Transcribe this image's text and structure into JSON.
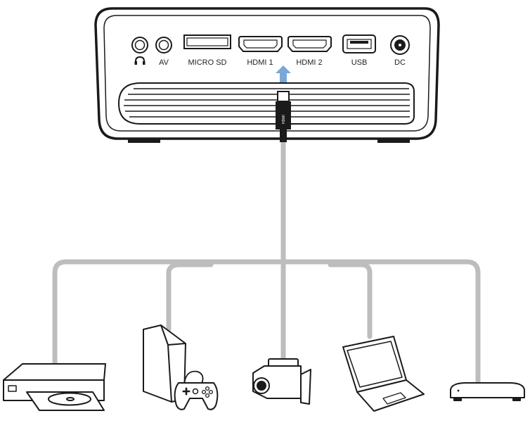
{
  "colors": {
    "outline": "#1a1a1a",
    "cable": "#bdbdbd",
    "arrow": "#7aa7d8",
    "background": "#ffffff"
  },
  "projector": {
    "ports": [
      {
        "id": "headphone",
        "label": "",
        "icon": "headphones-icon"
      },
      {
        "id": "av",
        "label": "AV"
      },
      {
        "id": "micro-sd",
        "label": "MICRO SD"
      },
      {
        "id": "hdmi1",
        "label": "HDMI 1"
      },
      {
        "id": "hdmi2",
        "label": "HDMI 2"
      },
      {
        "id": "usb",
        "label": "USB"
      },
      {
        "id": "dc",
        "label": "DC"
      }
    ],
    "connected_port": "hdmi1",
    "plug_text": "HDMI"
  },
  "devices": [
    {
      "id": "dvd-player",
      "icon": "dvd-player-icon"
    },
    {
      "id": "game-console",
      "icon": "game-console-icon"
    },
    {
      "id": "camcorder",
      "icon": "camcorder-icon"
    },
    {
      "id": "laptop",
      "icon": "laptop-icon"
    },
    {
      "id": "set-top-box",
      "icon": "set-top-box-icon"
    }
  ]
}
